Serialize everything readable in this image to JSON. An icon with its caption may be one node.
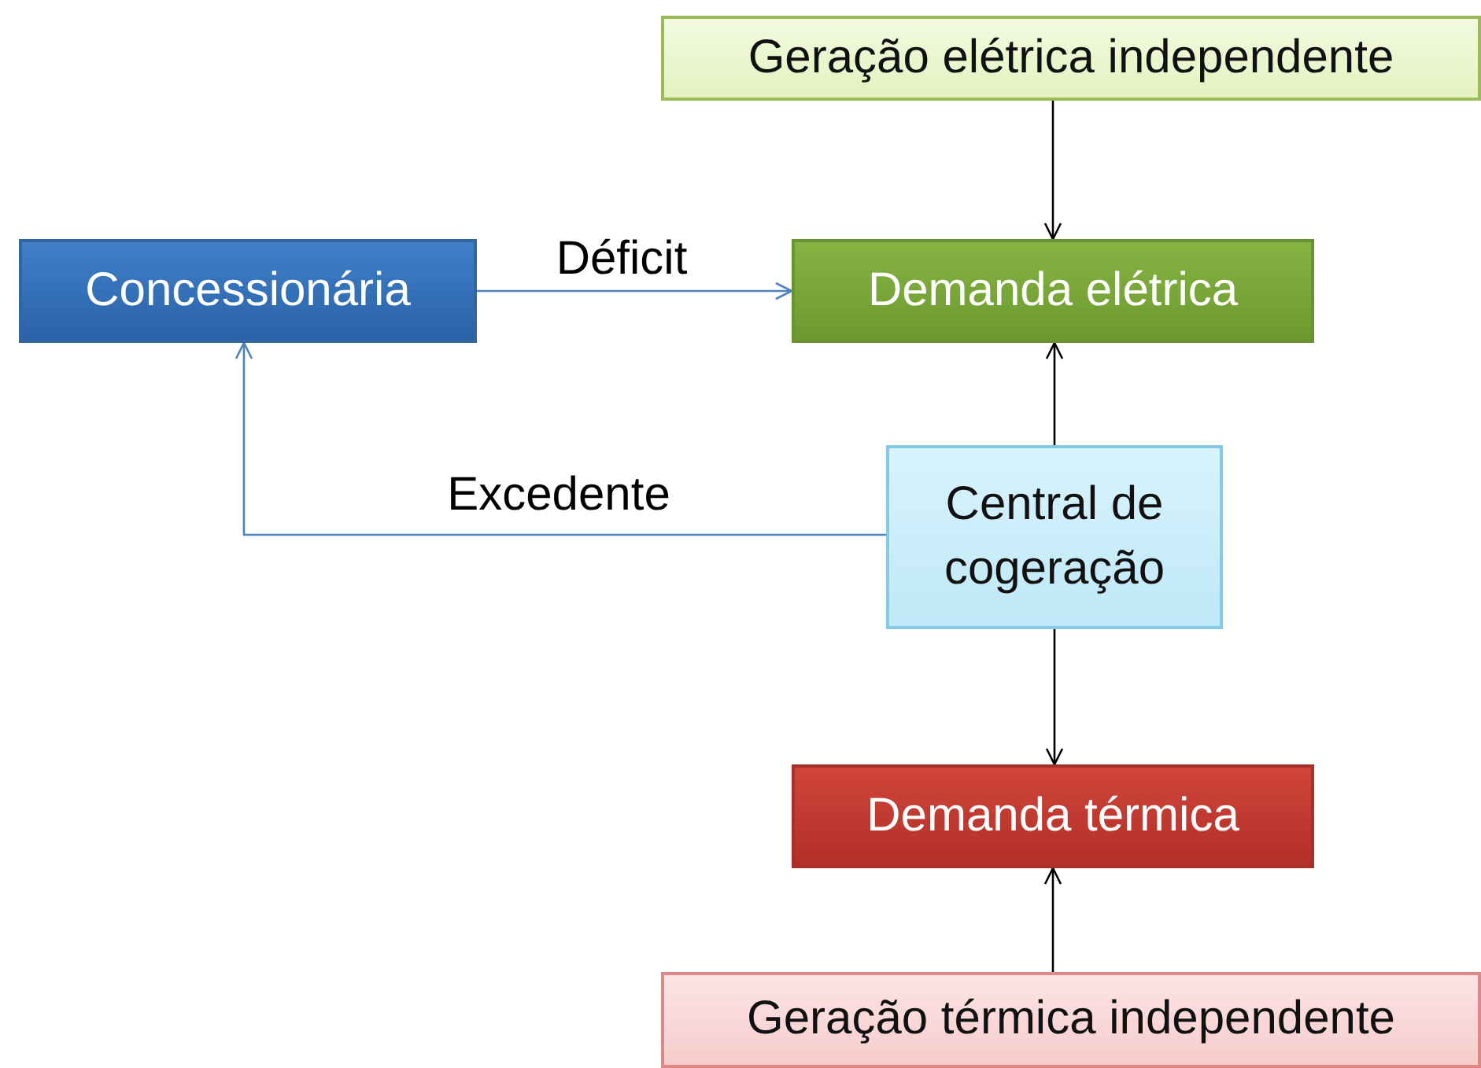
{
  "diagram": {
    "nodes": [
      {
        "text": [
          "Geração elétrica independente"
        ]
      },
      {
        "text": [
          "Concessionária"
        ]
      },
      {
        "text": [
          "Demanda elétrica"
        ]
      },
      {
        "text": [
          "Central de cogeração"
        ]
      },
      {
        "text": [
          "Demanda térmica"
        ]
      },
      {
        "text": [
          "Geração térmica independente"
        ]
      }
    ],
    "edges": [
      {
        "from": 0,
        "to": 2,
        "arrow": "to"
      },
      {
        "from": 1,
        "to": 2,
        "arrow": "to",
        "label": "Déficit",
        "color": "#4f81bd"
      },
      {
        "from": 3,
        "to": 2,
        "arrow": "to"
      },
      {
        "from": 3,
        "to": 1,
        "arrow": "to",
        "label": "Excedente",
        "color": "#4f81bd"
      },
      {
        "from": 3,
        "to": 4,
        "arrow": "to"
      },
      {
        "from": 5,
        "to": 4,
        "arrow": "to"
      }
    ]
  }
}
